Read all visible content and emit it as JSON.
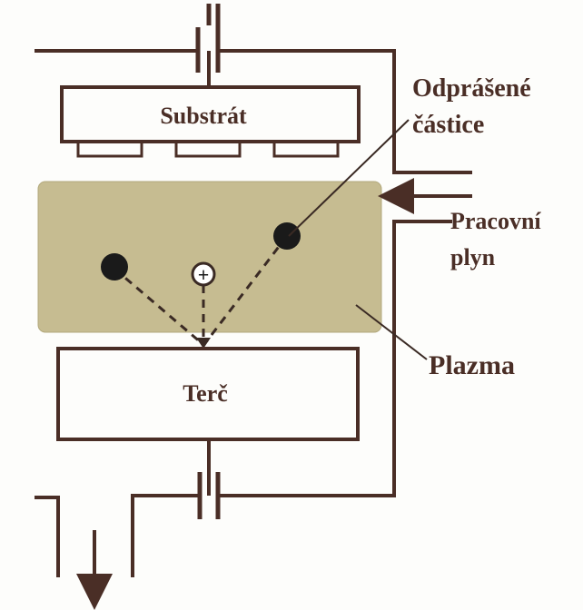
{
  "labels": {
    "substrate": "Substrát",
    "target": "Terč",
    "sputtered_particles_line1": "Odprášené",
    "sputtered_particles_line2": "částice",
    "working_gas_line1": "Pracovní",
    "working_gas_line2": "plyn",
    "plasma": "Plazma",
    "ion_symbol": "+"
  },
  "colors": {
    "line": "#4a2e26",
    "plasma_fill": "#c6bc91",
    "particle": "#1a1a1a",
    "background": "#fdfdfb"
  }
}
